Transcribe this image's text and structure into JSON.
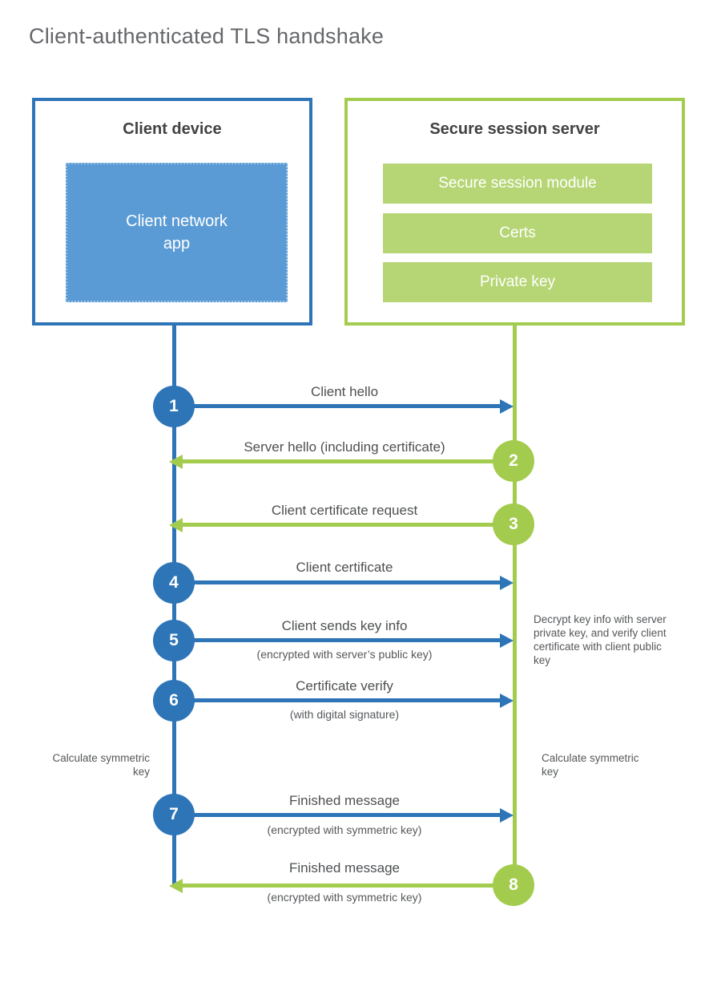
{
  "title": "Client-authenticated TLS handshake",
  "colors": {
    "blue": "#2e75b8",
    "blue_fill": "#5b9bd5",
    "green": "#a3cc4e",
    "green_fill": "#b6d675"
  },
  "client": {
    "title": "Client device",
    "app_label": "Client network app"
  },
  "server": {
    "title": "Secure session server",
    "modules": [
      "Secure session module",
      "Certs",
      "Private key"
    ]
  },
  "steps": [
    {
      "num": "1",
      "label": "Client hello",
      "direction": "client-to-server",
      "color": "blue"
    },
    {
      "num": "2",
      "label": "Server hello (including certificate)",
      "direction": "server-to-client",
      "color": "green"
    },
    {
      "num": "3",
      "label": "Client certificate request",
      "direction": "server-to-client",
      "color": "green"
    },
    {
      "num": "4",
      "label": "Client certificate",
      "direction": "client-to-server",
      "color": "blue"
    },
    {
      "num": "5",
      "label": "Client sends key info",
      "sub": "(encrypted with server’s public key)",
      "direction": "client-to-server",
      "color": "blue"
    },
    {
      "num": "6",
      "label": "Certificate verify",
      "sub": "(with digital signature)",
      "direction": "client-to-server",
      "color": "blue"
    },
    {
      "num": "7",
      "label": "Finished message",
      "sub": "(encrypted with symmetric key)",
      "direction": "client-to-server",
      "color": "blue"
    },
    {
      "num": "8",
      "label": "Finished message",
      "sub": "(encrypted with symmetric key)",
      "direction": "server-to-client",
      "color": "green"
    }
  ],
  "annotations": {
    "decrypt": "Decrypt key info with server private key, and verify client certificate with client public key",
    "calc_left": "Calculate symmetric key",
    "calc_right": "Calculate symmetric key"
  }
}
